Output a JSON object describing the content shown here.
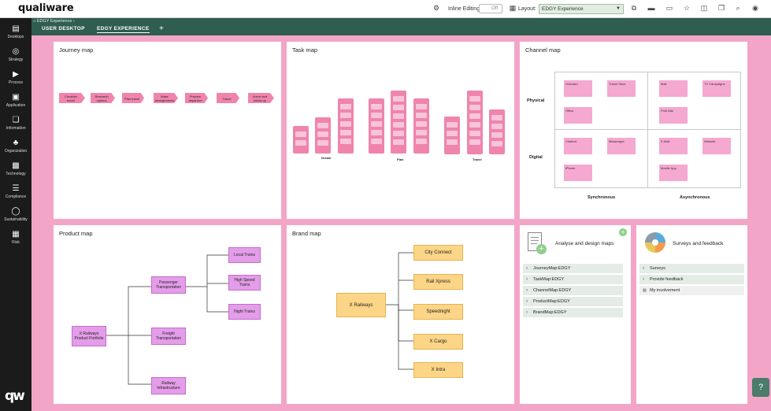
{
  "app": {
    "logo": "qualiware"
  },
  "topbar": {
    "inline_editing_label": "Inline Editing:",
    "inline_editing_value": "Off",
    "layout_label": "Layout:",
    "layout_value": "EDGY Experience"
  },
  "sidebar": {
    "items": [
      {
        "label": "Desktops",
        "icon": "desktop-icon"
      },
      {
        "label": "Strategy",
        "icon": "target-icon"
      },
      {
        "label": "Process",
        "icon": "process-arrow-icon"
      },
      {
        "label": "Application",
        "icon": "application-window-icon"
      },
      {
        "label": "Information",
        "icon": "document-icon"
      },
      {
        "label": "Organization",
        "icon": "org-chart-icon"
      },
      {
        "label": "Technology",
        "icon": "chip-icon"
      },
      {
        "label": "Compliance",
        "icon": "checklist-icon"
      },
      {
        "label": "Sustainability",
        "icon": "circle-icon"
      },
      {
        "label": "Risk",
        "icon": "checkered-flag-icon"
      }
    ]
  },
  "breadcrumb": {
    "text": "EDGY Experience"
  },
  "tabs": [
    {
      "label": "USER DESKTOP"
    },
    {
      "label": "EDGY EXPERIENCE"
    }
  ],
  "journey_map": {
    "title": "Journey map",
    "steps": [
      "Consider travel",
      "Research options",
      "Plan travel",
      "Make arrangements",
      "Prepare departure",
      "Travel",
      "Arrive and follow-up"
    ]
  },
  "task_map": {
    "title": "Task map",
    "captions": [
      "Dream",
      "Plan",
      "Travel"
    ]
  },
  "channel_map": {
    "title": "Channel map",
    "rows": [
      "Physical",
      "Digital"
    ],
    "columns": [
      "Synchronous",
      "Asynchronous"
    ],
    "stickies": {
      "physical_sync": [
        "Onboard",
        "Travel Store",
        "Office"
      ],
      "physical_async": [
        "Mail",
        "TV Campaigns",
        "Print Ads"
      ],
      "digital_sync": [
        "Chatbot",
        "Messenger",
        "iPhone"
      ],
      "digital_async": [
        "E-Mail",
        "Website",
        "Mobile App"
      ]
    }
  },
  "product_map": {
    "title": "Product map",
    "root": "X Railways Product Portfolio",
    "level1": [
      "Passenger Transportation",
      "Freight Transportation",
      "Railway Infrastructure"
    ],
    "level2": [
      "Local Trains",
      "High Speed Trains",
      "Night Trains"
    ]
  },
  "brand_map": {
    "title": "Brand map",
    "root": "X Railways",
    "brands": [
      "City Connect",
      "Rail Xpress",
      "Speednight",
      "X Cargo",
      "X Intra"
    ]
  },
  "analyse_widget": {
    "title": "Analyse and design maps",
    "items": [
      "JourneyMap:EDGY",
      "TaskMap:EDGY",
      "ChannelMap:EDGY",
      "ProductMap:EDGY",
      "BrandMap:EDGY"
    ]
  },
  "surveys_widget": {
    "title": "Surveys and feedback",
    "items": [
      "Surveys",
      "Provide feedback",
      "My involvement"
    ]
  },
  "help": {
    "label": "?"
  }
}
